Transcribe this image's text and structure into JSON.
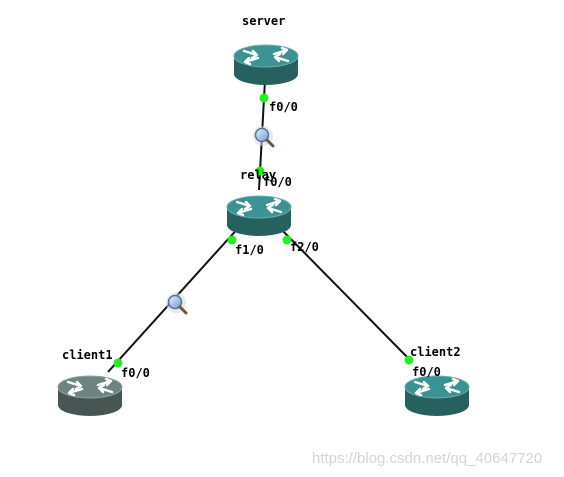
{
  "nodes": {
    "server": {
      "label": "server",
      "type": "router-icon"
    },
    "relay": {
      "label": "relay",
      "type": "router-icon"
    },
    "client1": {
      "label": "client1",
      "type": "router-icon"
    },
    "client2": {
      "label": "client2",
      "type": "router-icon"
    }
  },
  "ports": {
    "server_f00": "f0/0",
    "relay_f00": "f0/0",
    "relay_f10": "f1/0",
    "relay_f20": "f2/0",
    "client1_f00": "f0/0",
    "client2_f00": "f0/0"
  },
  "links": [
    {
      "from": "server",
      "to": "relay",
      "capture": true
    },
    {
      "from": "relay",
      "to": "client1",
      "capture": true
    },
    {
      "from": "relay",
      "to": "client2",
      "capture": false
    }
  ],
  "icons": {
    "router": "router-icon",
    "capture": "magnifier-icon",
    "port_status": "port-up-dot"
  },
  "colors": {
    "router_teal": "#3a9392",
    "router_gray": "#6e8480",
    "port_up": "#22ee22",
    "link": "#111111"
  },
  "watermark": "https://blog.csdn.net/qq_40647720"
}
